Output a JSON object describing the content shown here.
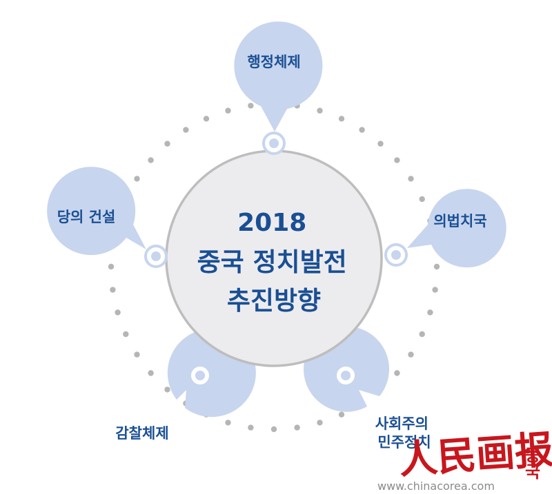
{
  "center": {
    "lines": [
      "2018",
      "중국 정치발전",
      "추진방향"
    ]
  },
  "topics": [
    {
      "id": "admin-system",
      "lines": [
        "행정체제"
      ]
    },
    {
      "id": "rule-of-law",
      "lines": [
        "의법치국"
      ]
    },
    {
      "id": "socialist-democracy",
      "lines": [
        "사회주의",
        "민주정치"
      ]
    },
    {
      "id": "supervision-system",
      "lines": [
        "감찰체제"
      ]
    },
    {
      "id": "party-building",
      "lines": [
        "당의 건설"
      ]
    }
  ],
  "watermark": {
    "url": "www.chinacorea.com",
    "logo_text": "人民画报",
    "logo_side_text": "중국"
  },
  "colors": {
    "bubble_fill": "#c7d5ee",
    "center_fill": "#ececef",
    "center_stroke": "#bdbdbd",
    "dot_color": "#b5b5b5",
    "text_color": "#1a4f93",
    "logo_red": "#c8161d"
  }
}
